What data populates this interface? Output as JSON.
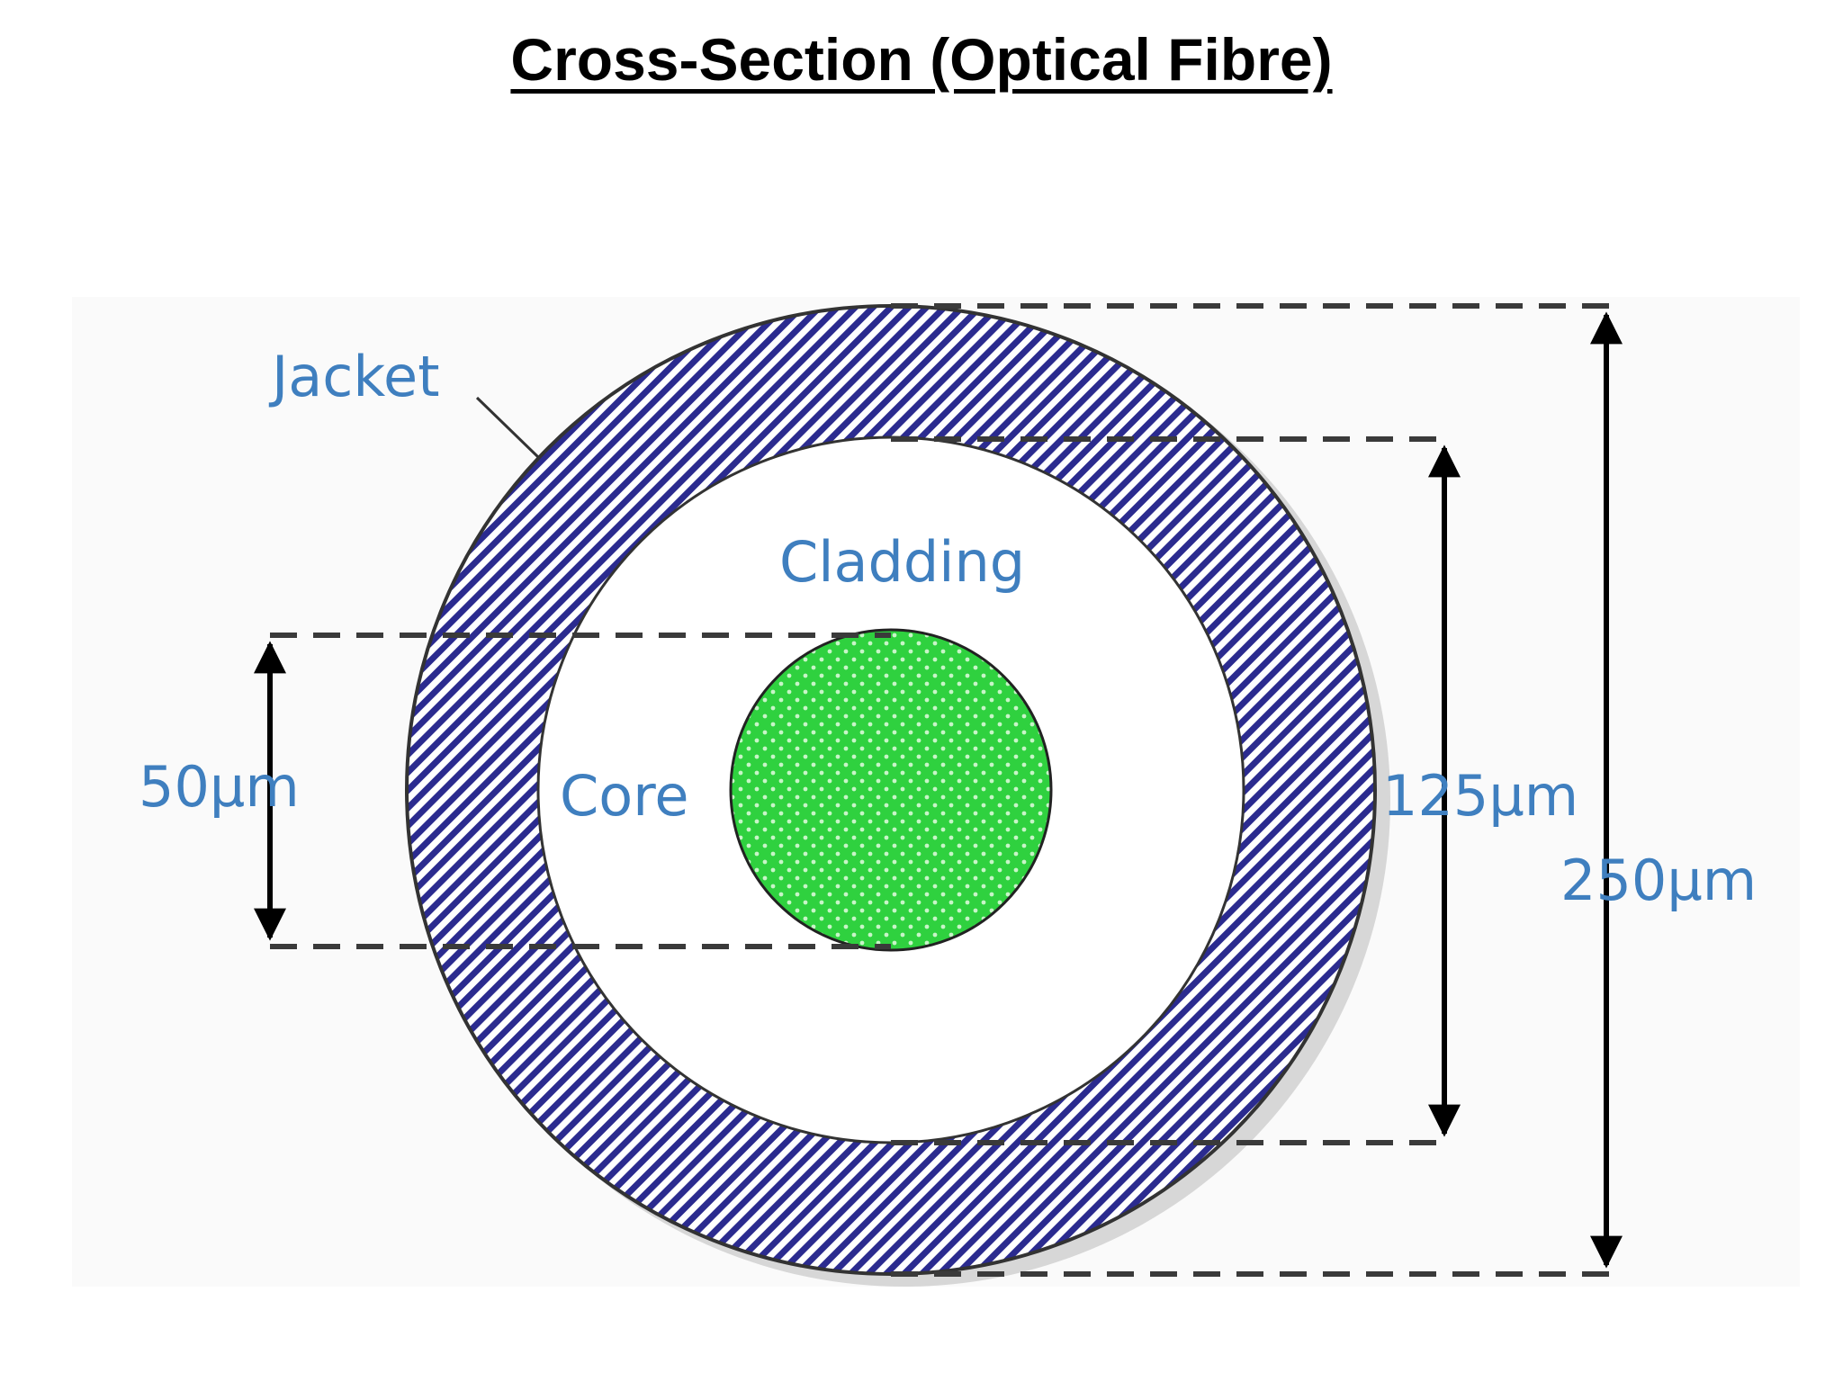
{
  "title": "Cross-Section (Optical Fibre)",
  "colors": {
    "jacket_stripe": "#2b2b8f",
    "core_fill": "#2fd13f",
    "label_blue": "#3f7fbf"
  },
  "layers": {
    "jacket": "Jacket",
    "cladding": "Cladding",
    "core": "Core"
  },
  "dimensions": {
    "core_diameter": "50µm",
    "cladding_diameter": "125µm",
    "jacket_diameter": "250µm"
  }
}
